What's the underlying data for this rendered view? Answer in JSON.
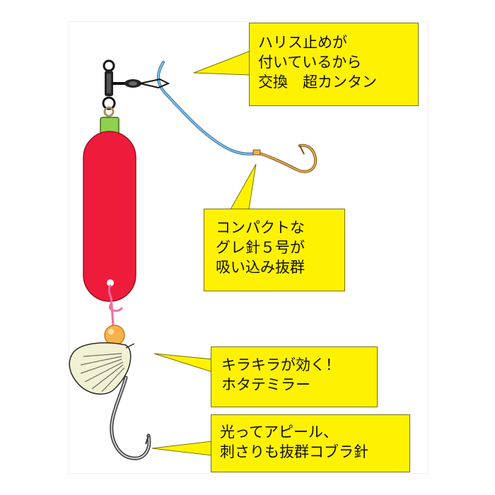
{
  "colors": {
    "callout_fill": "#fff200",
    "float_body": "#ee1c3a",
    "float_cap": "#8fd14f",
    "line": "#6bb6e8",
    "hook_gold": "#d9a441",
    "bead": "#f7b24c",
    "pink_leader": "#f06fa6",
    "spoon": "#f2f0d0",
    "hook_steel": "#8a8a8a"
  },
  "callouts": [
    {
      "id": "harisu-stopper",
      "lines": [
        "ハリス止めが",
        "付いているから",
        "交換　超カンタン"
      ]
    },
    {
      "id": "gure-hook",
      "lines": [
        "コンパクトな",
        "グレ針５号が",
        "吸い込み抜群"
      ]
    },
    {
      "id": "scallop-mirror",
      "lines": [
        "キラキラが効く！",
        "ホタテミラー"
      ]
    },
    {
      "id": "cobra-hook",
      "lines": [
        "光ってアピール、",
        "刺さりも抜群コブラ針"
      ]
    }
  ]
}
